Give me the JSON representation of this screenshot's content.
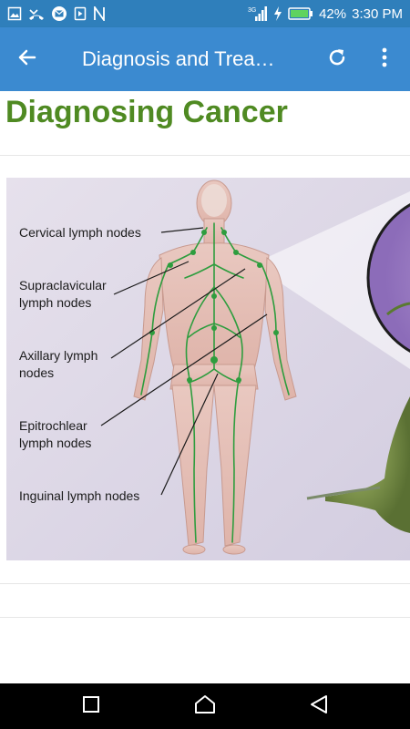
{
  "status_bar": {
    "battery_percent": "42%",
    "time": "3:30 PM",
    "network": "3G",
    "icons": [
      "image-icon",
      "missed-call-icon",
      "message-icon",
      "cast-icon",
      "n-icon",
      "signal-icon",
      "charging-icon",
      "battery-icon"
    ]
  },
  "app_bar": {
    "title": "Diagnosis and Trea…"
  },
  "content": {
    "heading": "Diagnosing Cancer",
    "figure": {
      "labels": [
        "Cervical lymph nodes",
        "Supraclavicular",
        "lymph nodes",
        "Axillary lymph",
        "nodes",
        "Epitrochlear",
        "lymph nodes",
        "Inguinal lymph nodes"
      ]
    }
  },
  "colors": {
    "status_bar": "#2f7fbb",
    "app_bar": "#3b8ad0",
    "heading": "#4f8a22",
    "lymph": "#2e9d3e",
    "figure_bg": "#dcd6e6"
  }
}
